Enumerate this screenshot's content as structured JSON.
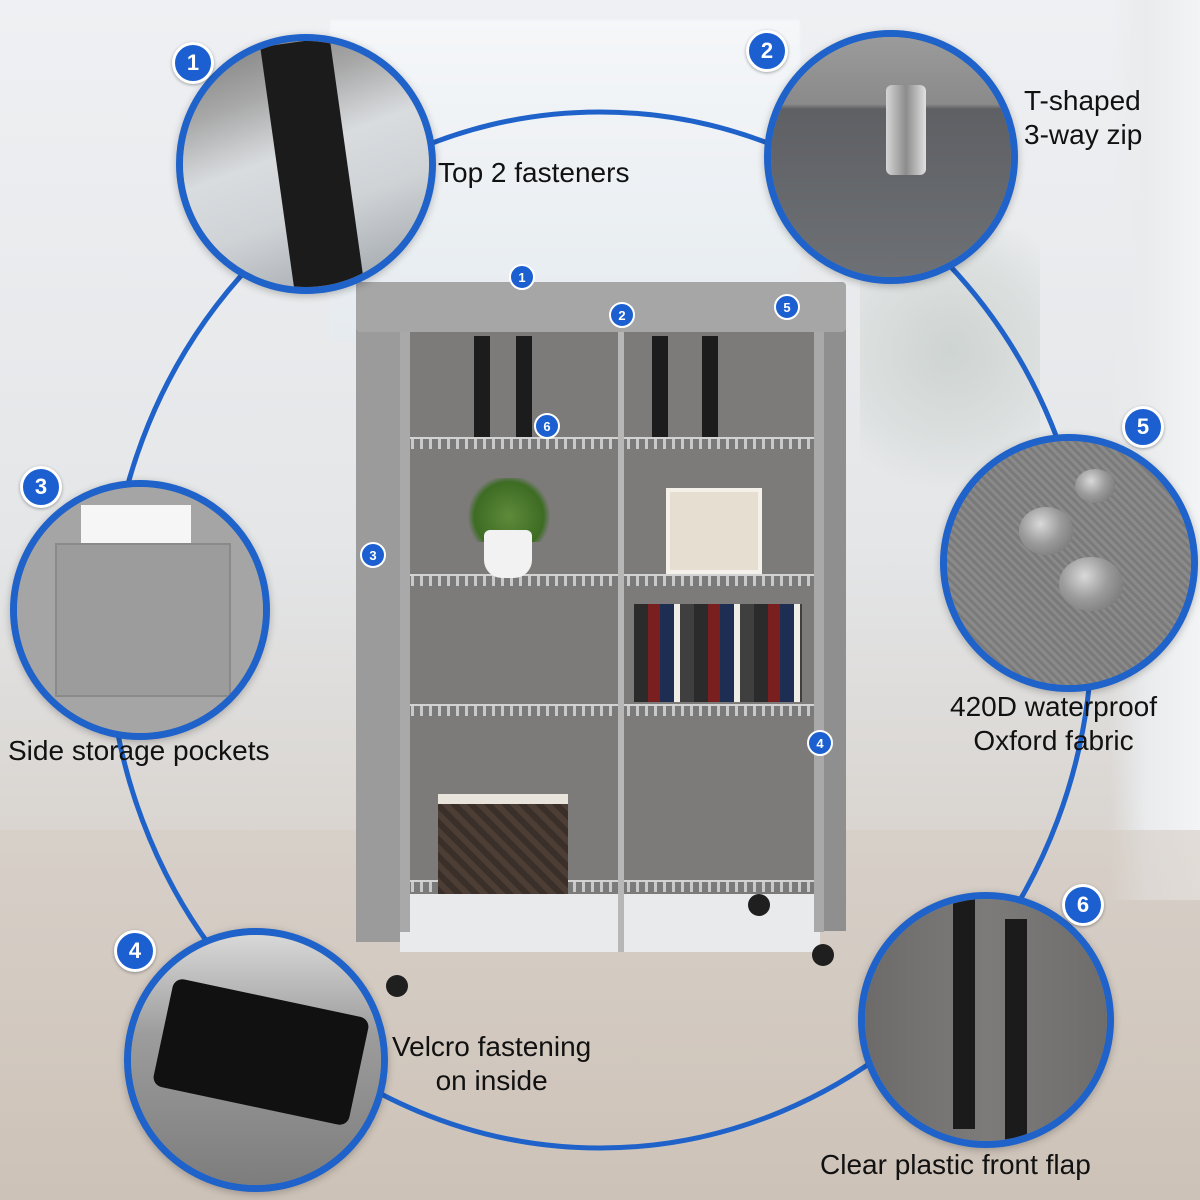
{
  "features": [
    {
      "number": "1",
      "label": "Top 2 fasteners",
      "icon": "fastener-strap-photo"
    },
    {
      "number": "2",
      "label_lines": [
        "T-shaped",
        "3-way zip"
      ],
      "icon": "zipper-photo"
    },
    {
      "number": "3",
      "label": "Side storage pockets",
      "icon": "side-pocket-photo"
    },
    {
      "number": "4",
      "label_lines": [
        "Velcro fastening",
        "on inside"
      ],
      "icon": "velcro-photo"
    },
    {
      "number": "5",
      "label_lines": [
        "420D waterproof",
        "Oxford fabric"
      ],
      "icon": "water-droplets-photo"
    },
    {
      "number": "6",
      "label": "Clear plastic front flap",
      "icon": "clear-flap-photo"
    }
  ],
  "product_markers": [
    "1",
    "2",
    "5",
    "6",
    "3",
    "4"
  ],
  "colors": {
    "accent": "#1b5fd1",
    "ring": "#1f62c9",
    "cover": "#8f8f8f"
  }
}
